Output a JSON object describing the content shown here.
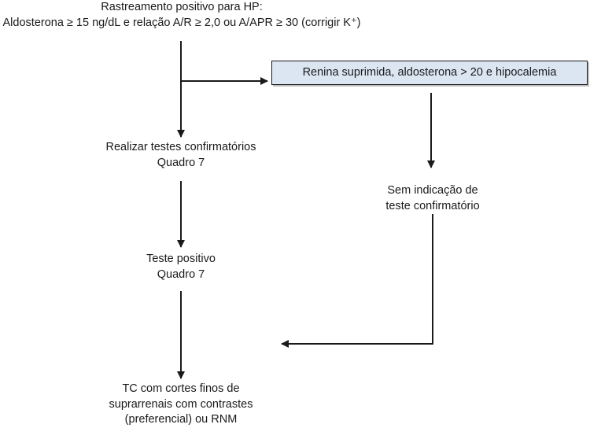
{
  "nodes": {
    "screening": {
      "line1": "Rastreamento positivo para HP:",
      "line2": "Aldosterona ≥ 15 ng/dL e relação A/R ≥ 2,0 ou A/APR ≥ 30 (corrigir K⁺)"
    },
    "suppressed": {
      "label": "Renina suprimida, aldosterona > 20 e hipocalemia"
    },
    "confirm_tests": {
      "line1": "Realizar testes confirmatórios",
      "line2": "Quadro 7"
    },
    "no_confirm": {
      "line1": "Sem indicação de",
      "line2": "teste confirmatório"
    },
    "positive_test": {
      "line1": "Teste positivo",
      "line2": "Quadro 7"
    },
    "imaging": {
      "line1": "TC com cortes finos de",
      "line2": "suprarrenais com contrastes",
      "line3": "(preferencial) ou RNM"
    }
  },
  "colors": {
    "box_fill": "#dce6f2",
    "line": "#1a1a1a"
  }
}
